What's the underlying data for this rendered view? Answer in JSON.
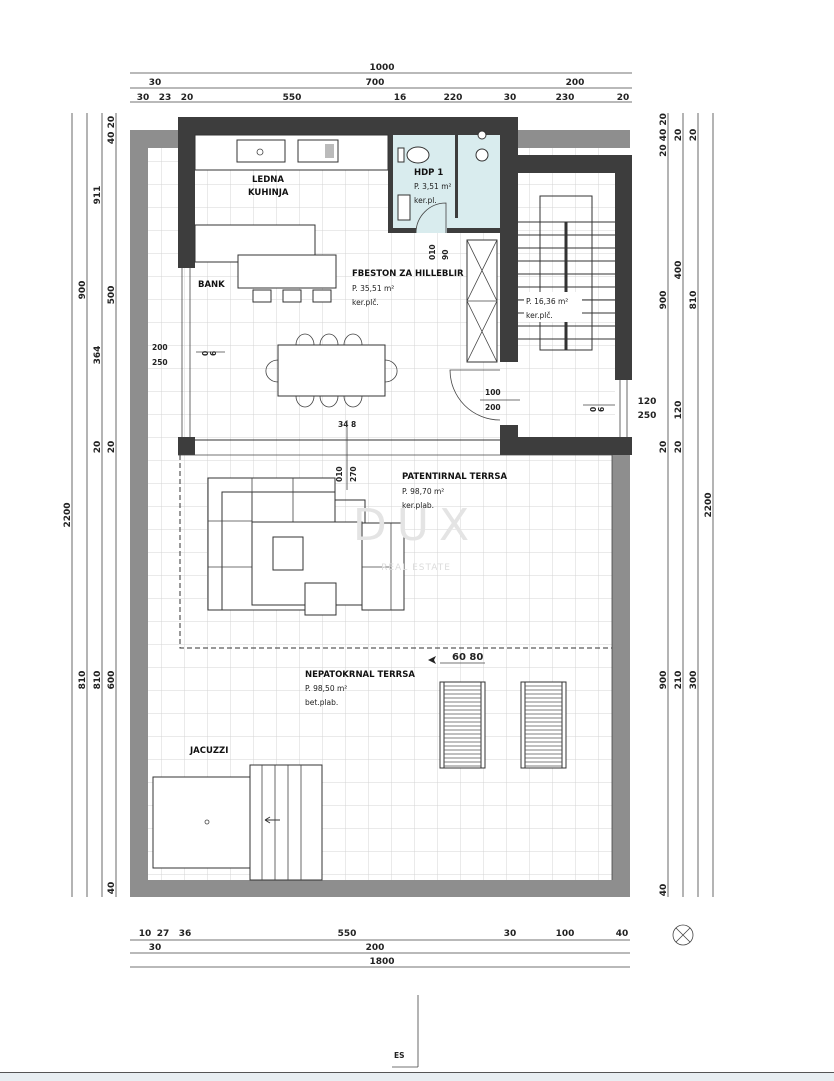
{
  "dimensions": {
    "top": {
      "total": "1000",
      "row2": [
        "30",
        "700",
        "200"
      ],
      "row3": [
        "30",
        "23",
        "20",
        "550",
        "16",
        "220",
        "30",
        "230",
        "20"
      ]
    },
    "bottom": {
      "row1": [
        "10",
        "27",
        "36",
        "550",
        "30",
        "100",
        "40"
      ],
      "row2": [
        "30",
        "200"
      ],
      "total": "1800"
    },
    "left": {
      "total": "2200",
      "col1": [
        "900",
        "810"
      ],
      "col2": [
        "911",
        "364",
        "20",
        "810"
      ],
      "col3": [
        "40 20",
        "500",
        "20",
        "600",
        "40"
      ]
    },
    "right": {
      "total": "2200",
      "col1": [
        "20 40 20",
        "900",
        "20",
        "900",
        "40"
      ],
      "col2": [
        "20",
        "400",
        "120",
        "20",
        "210"
      ],
      "col3": [
        "20",
        "810",
        "300"
      ],
      "window": [
        "120",
        "250"
      ]
    }
  },
  "rooms": {
    "kitchen": {
      "line1": "LEDNA",
      "line2": "KUHINJA"
    },
    "bank": "BANK",
    "living": {
      "name": "FBESTON ZA HILLEBLIR",
      "area": "P. 35,51 m²",
      "floor": "ker.plč."
    },
    "wc": {
      "name": "HDP 1",
      "area": "P. 3,51 m²",
      "floor": "ker.pl."
    },
    "stairs": {
      "area": "P. 16,36 m²",
      "floor": "ker.plč."
    },
    "covered_terrace": {
      "name": "PATENTIRNAL TERRSA",
      "area": "P. 98,70 m²",
      "floor": "ker.plab."
    },
    "open_terrace": {
      "name": "NEPATOKRNAL TERRSA",
      "area": "P. 98,50 m²",
      "floor": "bet.plab."
    },
    "jacuzzi": "JACUZZI"
  },
  "annotations": {
    "wc_door": [
      "010",
      "90"
    ],
    "entrance_door": [
      "100",
      "200"
    ],
    "living_window": [
      "200",
      "250"
    ],
    "left_mark": [
      "0",
      "6"
    ],
    "right_mark": [
      "0",
      "6"
    ],
    "dining_dim": "34 8",
    "terrace_door": [
      "010",
      "270"
    ],
    "level_mark": "60 80",
    "sheet_mark": "ES"
  },
  "watermark": {
    "brand": "DUX",
    "sub": "REAL ESTATE"
  },
  "icons": {
    "north": "north-arrow-icon"
  },
  "colors": {
    "wall": "#3d3d3d",
    "terrace_border": "#8e8e8e",
    "bathroom": "#d9ecee",
    "grid": "#d4d4d4"
  }
}
